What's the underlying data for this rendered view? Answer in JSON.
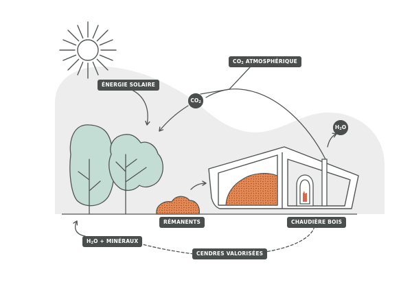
{
  "labels": {
    "energie_solaire": "ÉNERGIE SOLAIRE",
    "co2_atmospherique": {
      "pre": "CO",
      "sub": "2",
      "post": " ATMOSPHÉRIQUE"
    },
    "co2_bubble": {
      "pre": "CO",
      "sub": "2"
    },
    "h2o_bubble": {
      "pre": "H",
      "sub": "2",
      "post": "O"
    },
    "remanents": "RÉMANENTS",
    "chaudiere_bois": "CHAUDIÈRE BOIS",
    "h2o_mineraux": {
      "pre": "H",
      "sub": "2",
      "post": "O + MINÉRAUX"
    },
    "cendres_valorisees": "CENDRES VALORISÉES"
  },
  "colors": {
    "background_blob": "#ededed",
    "line": "#505553",
    "tree_fill": "#c4ddd4",
    "wood_chips": "#e58a55",
    "flame": "#d9684a",
    "label_bg": "#4a4e4d",
    "label_text": "#ffffff"
  },
  "icons": [
    "sun-icon",
    "arrow-icon",
    "tree-icon",
    "wood-pile-icon",
    "building-icon",
    "boiler-icon",
    "flame-icon",
    "chimney-icon"
  ]
}
